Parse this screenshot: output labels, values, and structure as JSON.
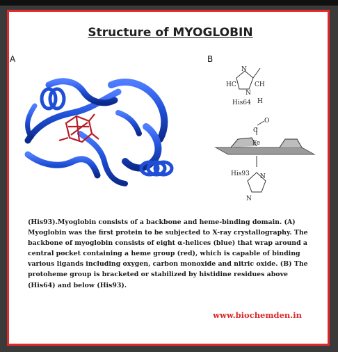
{
  "title": "Structure of MYOGLOBIN",
  "panel_labels": {
    "a": "A",
    "b": "B"
  },
  "chem_labels": {
    "atom_n_top": "N",
    "atom_hc": "HC",
    "atom_ch": "CH",
    "atom_n_bottom": "N",
    "atom_h": "H",
    "his64": "His64",
    "co_c": "C",
    "co_o": "O",
    "fe": "Fe",
    "his93": "His93",
    "atom_n_lower_top": "N",
    "atom_n_lower_bottom": "N"
  },
  "caption": "(His93).Myoglobin consists of a backbone and heme-binding domain. (A) Myoglobin was the first protein to be subjected to X-ray crystallography. The backbone of myoglobin consists of eight α-helices (blue) that wrap around a central pocket containing a heme group (red), which is capable of binding various ligands including oxygen, carbon monoxide and nitric oxide. (B) The protoheme group is bracketed or stabilized by histidine residues above (His64) and below (His93).",
  "website": "www.biochemden.in",
  "colors": {
    "border": "#e02a2a",
    "helix": "#1f4fd6",
    "heme": "#c0202a",
    "website": "#d92b2b"
  }
}
